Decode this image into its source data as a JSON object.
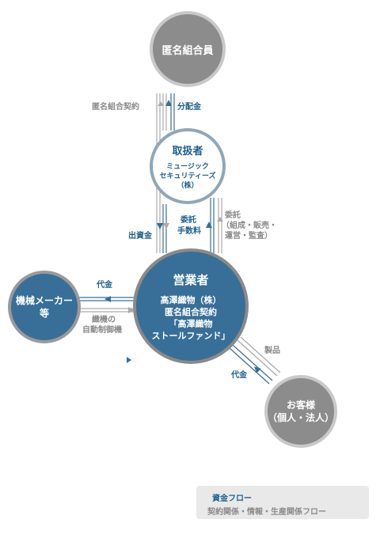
{
  "nodes": {
    "investor": {
      "label": "匿名組合員"
    },
    "handler": {
      "title": "取扱者",
      "sub1": "ミュージック",
      "sub2": "セキュリティーズ（株）"
    },
    "operator": {
      "title": "営業者",
      "line1": "高澤織物（株）",
      "line2": "匿名組合契約",
      "line3": "「高澤織物",
      "line4": "ストールファンド」"
    },
    "maker": {
      "line1": "機械メーカー",
      "line2": "等"
    },
    "customer": {
      "line1": "お客様",
      "line2": "（個人・法人）"
    }
  },
  "flows": {
    "contract": "匿名組合契約",
    "distribution": "分配金",
    "investment": "出資金",
    "fee1": "委託",
    "fee2": "手数料",
    "consign1": "委託",
    "consign2": "（組成・販売・",
    "consign3": "運営・監査）",
    "payment_maker": "代金",
    "machine1": "織機の",
    "machine2": "自動制御機",
    "product": "製品",
    "payment_customer": "代金"
  },
  "legend": {
    "money": "資金フロー",
    "contract": "契約関係・情報・生産関係フロー"
  },
  "colors": {
    "blue": "#376f98",
    "gray": "#8c8c8c",
    "lightblue": "#8fa7b8"
  }
}
